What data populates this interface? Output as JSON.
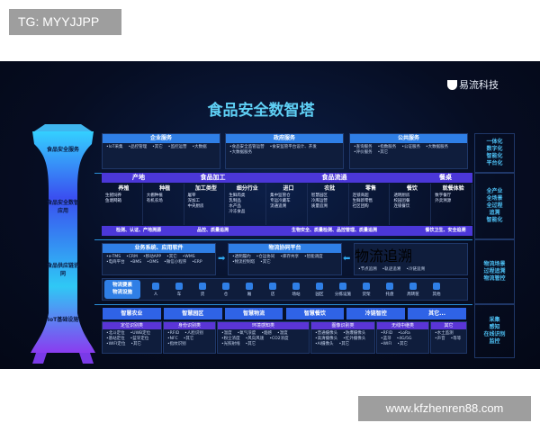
{
  "tag": "TG: MYYJJPP",
  "watermark": "www.kfzhenren88.com",
  "title": "食品安全数智塔",
  "logo": "易流科技",
  "tower": [
    "食品安全服务",
    "食品安全数智应用",
    "食品供应链协同",
    "IoT基础设施"
  ],
  "services": [
    {
      "title": "企业服务",
      "items": [
        "IoT采集",
        "品控管理",
        "其它",
        "监控运营",
        "大数据"
      ]
    },
    {
      "title": "政府服务",
      "items": [
        "食品安全监管运营",
        "食安监管平台设计、开发",
        "大数据服务"
      ]
    },
    {
      "title": "公共服务",
      "items": [
        "查询服务",
        "指数服务",
        "公证服务",
        "大数据服务",
        "评价服务",
        "其它"
      ]
    }
  ],
  "stages": [
    "产地",
    "食品加工",
    "食品流通",
    "餐桌"
  ],
  "categories": [
    {
      "title": "养殖",
      "items": [
        "生猪饲养",
        "鱼塘网箱"
      ]
    },
    {
      "title": "种植",
      "items": [
        "大棚种植",
        "有机农场"
      ]
    },
    {
      "title": "加工类型",
      "items": [
        "屠宰",
        "深加工",
        "中央厨房"
      ]
    },
    {
      "title": "细分行业",
      "items": [
        "生鲜肉类",
        "乳制品",
        "水产品",
        "冷冻食品"
      ]
    },
    {
      "title": "进口",
      "items": [
        "集中监管仓",
        "专运冷藏车",
        "流通追溯"
      ]
    },
    {
      "title": "农批",
      "items": [
        "智慧园区",
        "冷库运营",
        "质量追溯"
      ]
    },
    {
      "title": "零售",
      "items": [
        "连锁商超",
        "生鲜新零售",
        "社区团购"
      ]
    },
    {
      "title": "餐饮",
      "items": [
        "透明厨房",
        "校园团餐",
        "连锁餐饮"
      ]
    },
    {
      "title": "就餐体验",
      "items": [
        "数字餐厅",
        "外卖溯源"
      ]
    }
  ],
  "stage_footers": [
    "检测、认证、产地溯源",
    "品控、质量追溯",
    "生物安全、质量检测、品控管理、质量追溯",
    "餐饮卫生、安全追溯"
  ],
  "logistics": [
    {
      "title": "业务系统、应用软件",
      "items": [
        "e-TMS",
        "CRM",
        "移动APP",
        "其它",
        "WMS",
        "电商平台",
        "BMS",
        "OMS",
        "微信小程序",
        "ERP"
      ]
    },
    {
      "title": "物流协同平台",
      "items": [
        "透明履约",
        "仓运协同",
        "库存共享",
        "智能调度",
        "物流控制塔",
        "其它"
      ]
    },
    {
      "title": "物流追溯",
      "items": [
        "节点追溯",
        "轨迹追溯",
        "冷链追溯"
      ]
    }
  ],
  "elements_label": [
    "物流要素",
    "物流设施"
  ],
  "elements": [
    "人",
    "车",
    "货",
    "仓",
    "厢",
    "店",
    "场站",
    "园区",
    "分拣设施",
    "货架",
    "托盘",
    "周转筐",
    "其他"
  ],
  "apps": [
    "智慧农业",
    "智慧园区",
    "智慧物流",
    "智慧餐饮",
    "冷链智控",
    "其它..."
  ],
  "iot": [
    {
      "title": "定位识别类",
      "items": [
        "北斗定位",
        "UWB定位",
        "基站定位",
        "蓝牙定位",
        "WIFI定位",
        "其它"
      ]
    },
    {
      "title": "身份识别类",
      "items": [
        "RFID",
        "人脸识别",
        "NFC",
        "其它",
        "指纹识别"
      ]
    },
    {
      "title": "环境感知类",
      "items": [
        "温度",
        "氧气浓度",
        "烟感",
        "湿度",
        "粉尘浓度",
        "风向风速",
        "CO2浓度",
        "光照射线",
        "其它"
      ]
    },
    {
      "title": "图像识别类",
      "items": [
        "普通摄像头",
        "防爆摄像头",
        "高清摄像头",
        "红外摄像头",
        "AI摄像头",
        "其它"
      ]
    },
    {
      "title": "无线中继类",
      "items": [
        "RFID",
        "LoRa",
        "蓝牙",
        "4G/5G",
        "WIFI",
        "其它"
      ]
    },
    {
      "title": "其它",
      "items": [
        "水土监测",
        "声音",
        "等等"
      ]
    }
  ],
  "right": [
    [
      "一体化",
      "数字化",
      "智能化",
      "平台化"
    ],
    [
      "全产业",
      "全场景",
      "全过程",
      "追溯",
      "智能化"
    ],
    [
      "物流场景",
      "过程追溯",
      "物流管控"
    ],
    [
      "采集",
      "感知",
      "在线识别",
      "监控"
    ]
  ],
  "colors": {
    "accent": "#2f7fe6",
    "stage": "#4b37d8",
    "title": "#5fd0f5",
    "bg": "#060d22"
  }
}
